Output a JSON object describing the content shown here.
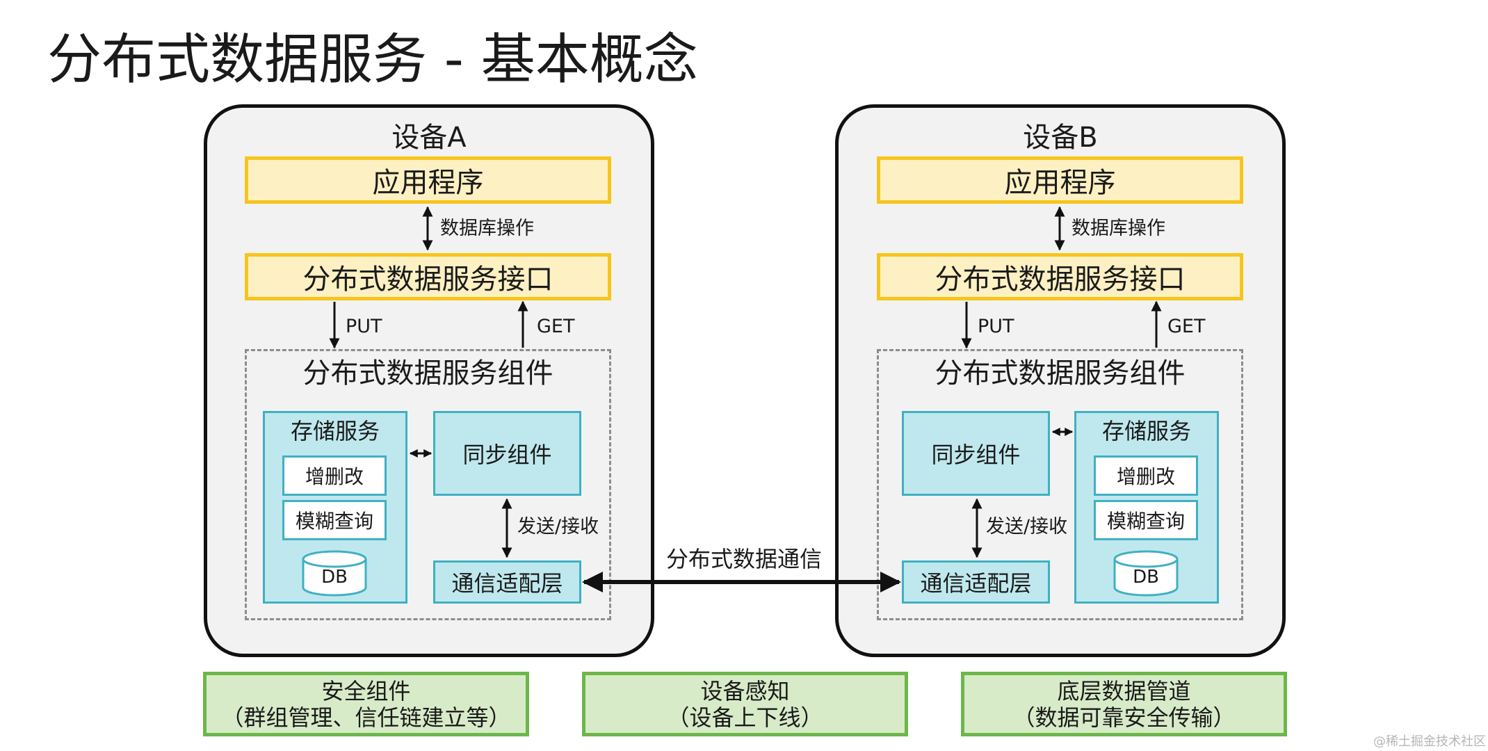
{
  "title": "分布式数据服务 - 基本概念",
  "device_a": {
    "title": "设备A",
    "app": "应用程序",
    "db_op_label": "数据库操作",
    "interface": "分布式数据服务接口",
    "put_label": "PUT",
    "get_label": "GET",
    "component_title": "分布式数据服务组件",
    "storage": {
      "title": "存储服务",
      "items": [
        "增删改",
        "模糊查询"
      ],
      "db": "DB"
    },
    "sync": "同步组件",
    "send_recv_label": "发送/接收",
    "adapter": "通信适配层"
  },
  "device_b": {
    "title": "设备B",
    "app": "应用程序",
    "db_op_label": "数据库操作",
    "interface": "分布式数据服务接口",
    "put_label": "PUT",
    "get_label": "GET",
    "component_title": "分布式数据服务组件",
    "storage": {
      "title": "存储服务",
      "items": [
        "增删改",
        "模糊查询"
      ],
      "db": "DB"
    },
    "sync": "同步组件",
    "send_recv_label": "发送/接收",
    "adapter": "通信适配层"
  },
  "comm_label": "分布式数据通信",
  "bottom": [
    {
      "line1": "安全组件",
      "line2": "（群组管理、信任链建立等）"
    },
    {
      "line1": "设备感知",
      "line2": "（设备上下线）"
    },
    {
      "line1": "底层数据管道",
      "line2": "（数据可靠安全传输）"
    }
  ],
  "watermark": "@稀土掘金技术社区",
  "colors": {
    "yellow_fill": "#fdf0c2",
    "yellow_border": "#f6c51b",
    "cyan_fill": "#bfe8ee",
    "cyan_border": "#3fb0c2",
    "green_fill": "#d7ebc8",
    "green_border": "#6cb74a",
    "device_fill": "#f2f2f2"
  }
}
